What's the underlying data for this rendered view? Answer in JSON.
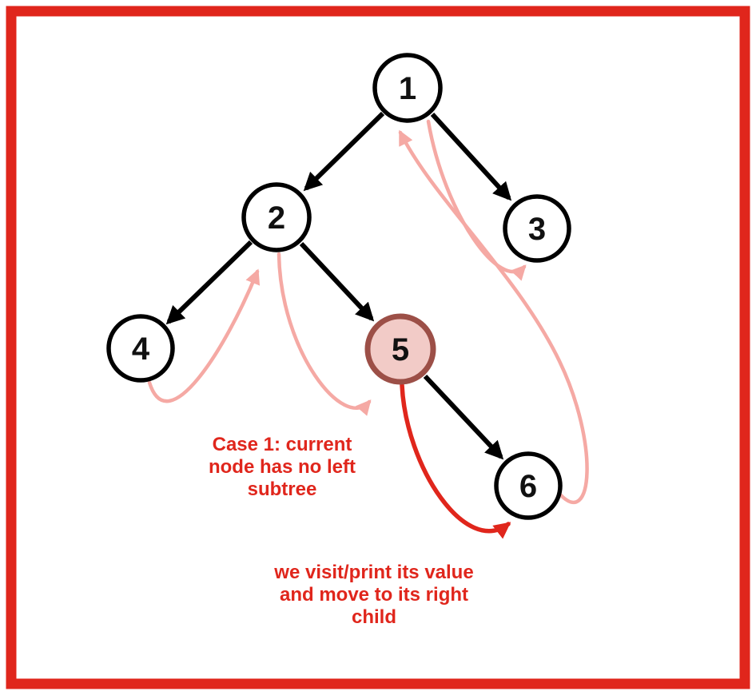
{
  "colors": {
    "frame_red": "#e0261c",
    "edge_black": "#000000",
    "thread_pink": "#f5a9a4",
    "visit_arrow_red": "#e0261c",
    "highlight_node_fill": "#f2cbc7",
    "highlight_node_stroke": "#9c4f47",
    "node_fill": "#ffffff",
    "annotation_red": "#e0261c",
    "background": "#ffffff"
  },
  "tree": {
    "nodes": [
      {
        "id": "1",
        "label": "1",
        "highlighted": false
      },
      {
        "id": "2",
        "label": "2",
        "highlighted": false
      },
      {
        "id": "3",
        "label": "3",
        "highlighted": false
      },
      {
        "id": "4",
        "label": "4",
        "highlighted": false
      },
      {
        "id": "5",
        "label": "5",
        "highlighted": true
      },
      {
        "id": "6",
        "label": "6",
        "highlighted": false
      }
    ],
    "edges": [
      {
        "from": "1",
        "to": "2"
      },
      {
        "from": "1",
        "to": "3"
      },
      {
        "from": "2",
        "to": "4"
      },
      {
        "from": "2",
        "to": "5"
      },
      {
        "from": "5",
        "to": "6"
      }
    ],
    "threads": [
      {
        "from": "4",
        "to": "2"
      },
      {
        "from": "2",
        "to": "5"
      },
      {
        "from": "1",
        "to": "3"
      },
      {
        "from": "6",
        "to": "1"
      }
    ],
    "visit_move": {
      "from": "5",
      "to": "6"
    }
  },
  "annotations": {
    "case_note": {
      "lines": [
        "Case 1: current",
        "node has no left",
        "subtree"
      ]
    },
    "action_note": {
      "lines": [
        "we visit/print its value",
        "and move to its right",
        "child"
      ]
    }
  }
}
